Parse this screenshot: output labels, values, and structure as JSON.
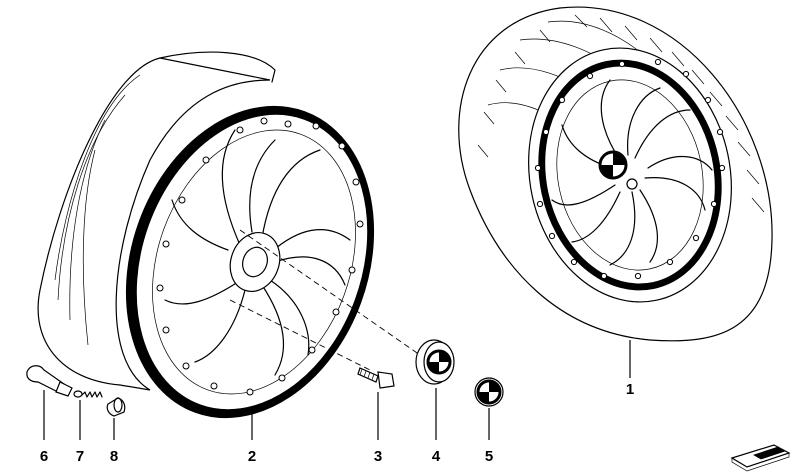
{
  "callouts": [
    {
      "id": "tyre",
      "label": "1"
    },
    {
      "id": "rim",
      "label": "2"
    },
    {
      "id": "bolt",
      "label": "3"
    },
    {
      "id": "hub-cap",
      "label": "4"
    },
    {
      "id": "emblem",
      "label": "5"
    },
    {
      "id": "valve-stem",
      "label": "6"
    },
    {
      "id": "valve-core",
      "label": "7"
    },
    {
      "id": "valve-cap",
      "label": "8"
    }
  ]
}
